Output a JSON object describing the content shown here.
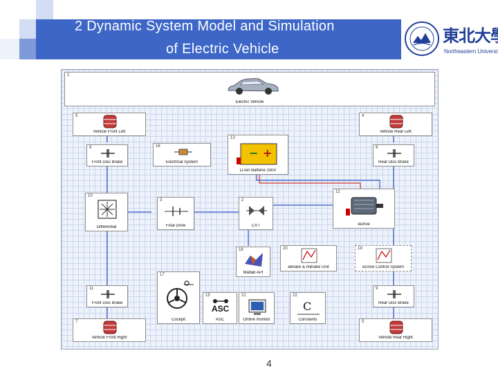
{
  "header": {
    "title_line1": "2  Dynamic System Model and Simulation",
    "title_line2": "of Electric Vehicle",
    "bar_color": "#3d66c7"
  },
  "logo": {
    "chinese_name": "東北大學",
    "english_name": "Northeastern University"
  },
  "diagram": {
    "blocks": [
      {
        "id": "1",
        "label": "Electric Vehicle",
        "icon": "car-icon"
      },
      {
        "id": "5",
        "label": "Vehicle Front Left",
        "icon": "wheel-icon"
      },
      {
        "id": "4",
        "label": "Vehicle Rear Left",
        "icon": "wheel-icon"
      },
      {
        "id": "8",
        "label": "Front Disc Brake",
        "icon": "brake-icon"
      },
      {
        "id": "16",
        "label": "Electrical System",
        "icon": "resistor-icon"
      },
      {
        "id": "13",
        "label": "Li-Ion Batterie 330V",
        "icon": "battery-icon"
      },
      {
        "id": "6",
        "label": "Rear Disc Brake",
        "icon": "brake-icon"
      },
      {
        "id": "10",
        "label": "Differential",
        "icon": "differential-icon"
      },
      {
        "id": "3",
        "label": "Final Drive",
        "icon": "gear-icon"
      },
      {
        "id": "2",
        "label": "CVT",
        "icon": "cvt-icon"
      },
      {
        "id": "12",
        "label": "eDrive",
        "icon": "motor-icon"
      },
      {
        "id": "18",
        "label": "Matlab API",
        "icon": "matlab-icon"
      },
      {
        "id": "20",
        "label": "eBrake & mBrake Unit",
        "icon": "control-icon"
      },
      {
        "id": "19",
        "label": "eDrive Control System",
        "icon": "control-icon"
      },
      {
        "id": "17",
        "label": "Cockpit",
        "icon": "cockpit-icon"
      },
      {
        "id": "15",
        "label": "ASC",
        "icon": "asc-icon"
      },
      {
        "id": "21",
        "label": "Online monitor",
        "icon": "monitor-icon"
      },
      {
        "id": "22",
        "label": "Constants",
        "icon": "constants-icon"
      },
      {
        "id": "11",
        "label": "Front Disc Brake",
        "icon": "brake-icon"
      },
      {
        "id": "9",
        "label": "Rear Disc Brake",
        "icon": "brake-icon"
      },
      {
        "id": "7",
        "label": "Vehicle Front Right",
        "icon": "wheel-icon"
      },
      {
        "id": "5b",
        "label": "Vehicle Rear Right",
        "icon": "wheel-icon"
      }
    ],
    "asc_text": "ASC",
    "constants_text": "C"
  },
  "page": {
    "number": "4"
  }
}
